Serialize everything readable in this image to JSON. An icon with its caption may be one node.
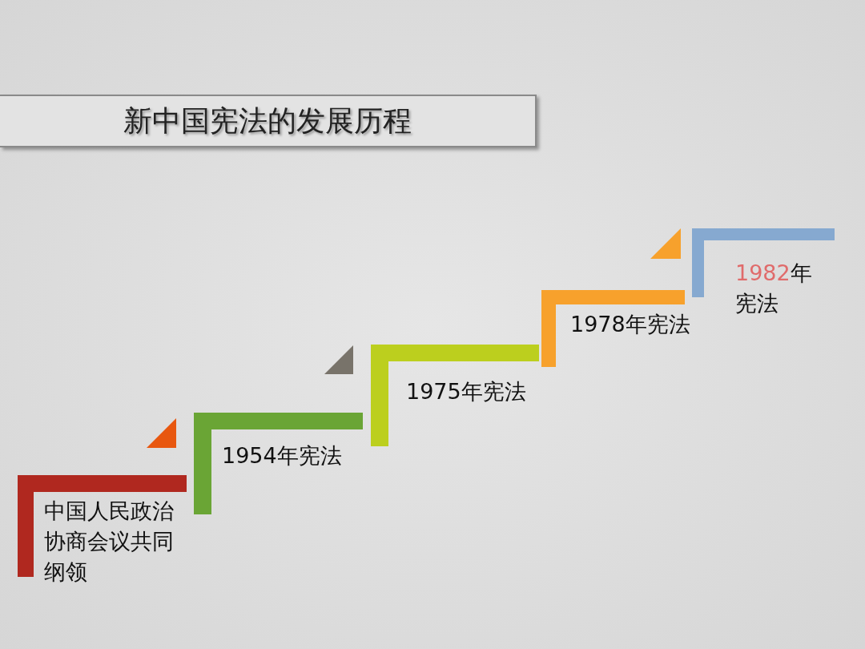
{
  "diagram": {
    "title": "新中国宪法的发展历程",
    "nodes": [
      {
        "text": [
          "中国人民政治协商会议共同纲领"
        ]
      },
      {
        "text": [
          "1954年宪法"
        ]
      },
      {
        "text": [
          "1975年宪法"
        ]
      },
      {
        "text": [
          "1978年宪法"
        ]
      },
      {
        "text": [
          "1982年宪法"
        ]
      }
    ]
  }
}
